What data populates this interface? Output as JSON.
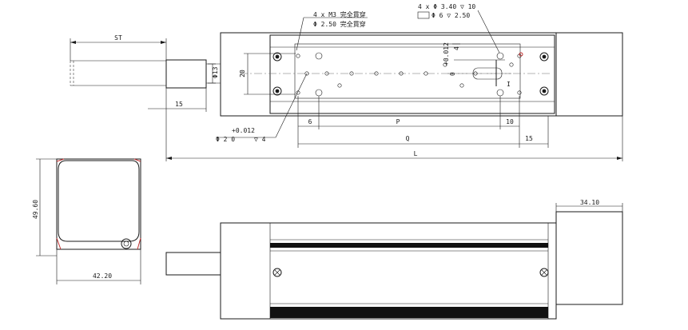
{
  "labels": {
    "st": "ST",
    "dia13": "Φ13",
    "h20": "20",
    "len15_motor": "15",
    "m3_note_line1": "4 x  M3 完全貫穿",
    "m3_note_line2": "Φ 2.50 完全貫穿",
    "cb_note_line1": "4 x Φ  3.40 ▽ 10",
    "cb_note_line2": "Φ 6 ▽ 2.50",
    "tol_right": "+0.012",
    "tol_right_zero": "0",
    "depth4": "4",
    "i_label": "I",
    "pin_tol": "+0.012",
    "pin_dia": "Φ 2 0",
    "pin_depth": "▽ 4",
    "dim_6": "6",
    "dim_p": "P",
    "dim_10": "10",
    "dim_q": "Q",
    "dim_15": "15",
    "dim_l": "L",
    "dim_49_60": "49.60",
    "dim_42_20": "42.20",
    "dim_34_10": "34.10"
  },
  "colors": {
    "line": "#1a1a1a",
    "accent": "#c03030",
    "band": "#111111"
  }
}
